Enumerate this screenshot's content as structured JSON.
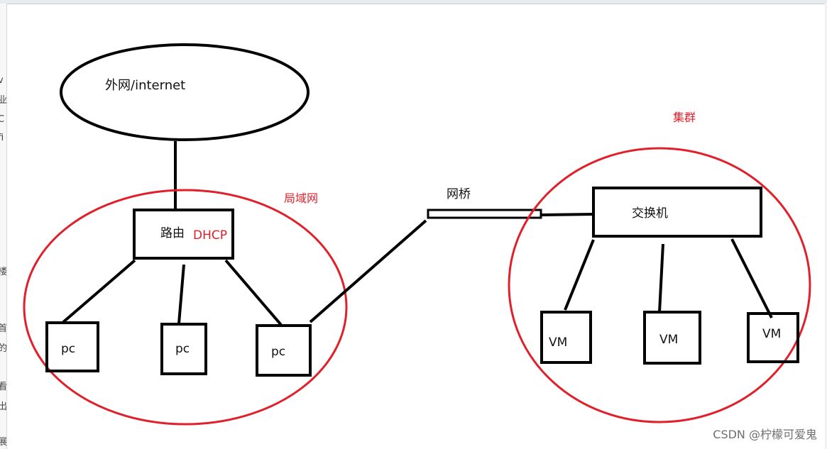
{
  "diagram": {
    "internet_label": "外网/internet",
    "lan_label": "局域网",
    "router_label": "路由",
    "dhcp_label": "DHCP",
    "pc_labels": [
      "pc",
      "pc",
      "pc"
    ],
    "bridge_label": "网桥",
    "cluster_label": "集群",
    "switch_label": "交换机",
    "vm_labels": [
      "VM",
      "VM",
      "VM"
    ]
  },
  "watermark": "CSDN @柠檬可爱鬼",
  "colors": {
    "stroke": "#000000",
    "accent_red": "#e0202a",
    "background": "#ffffff"
  }
}
